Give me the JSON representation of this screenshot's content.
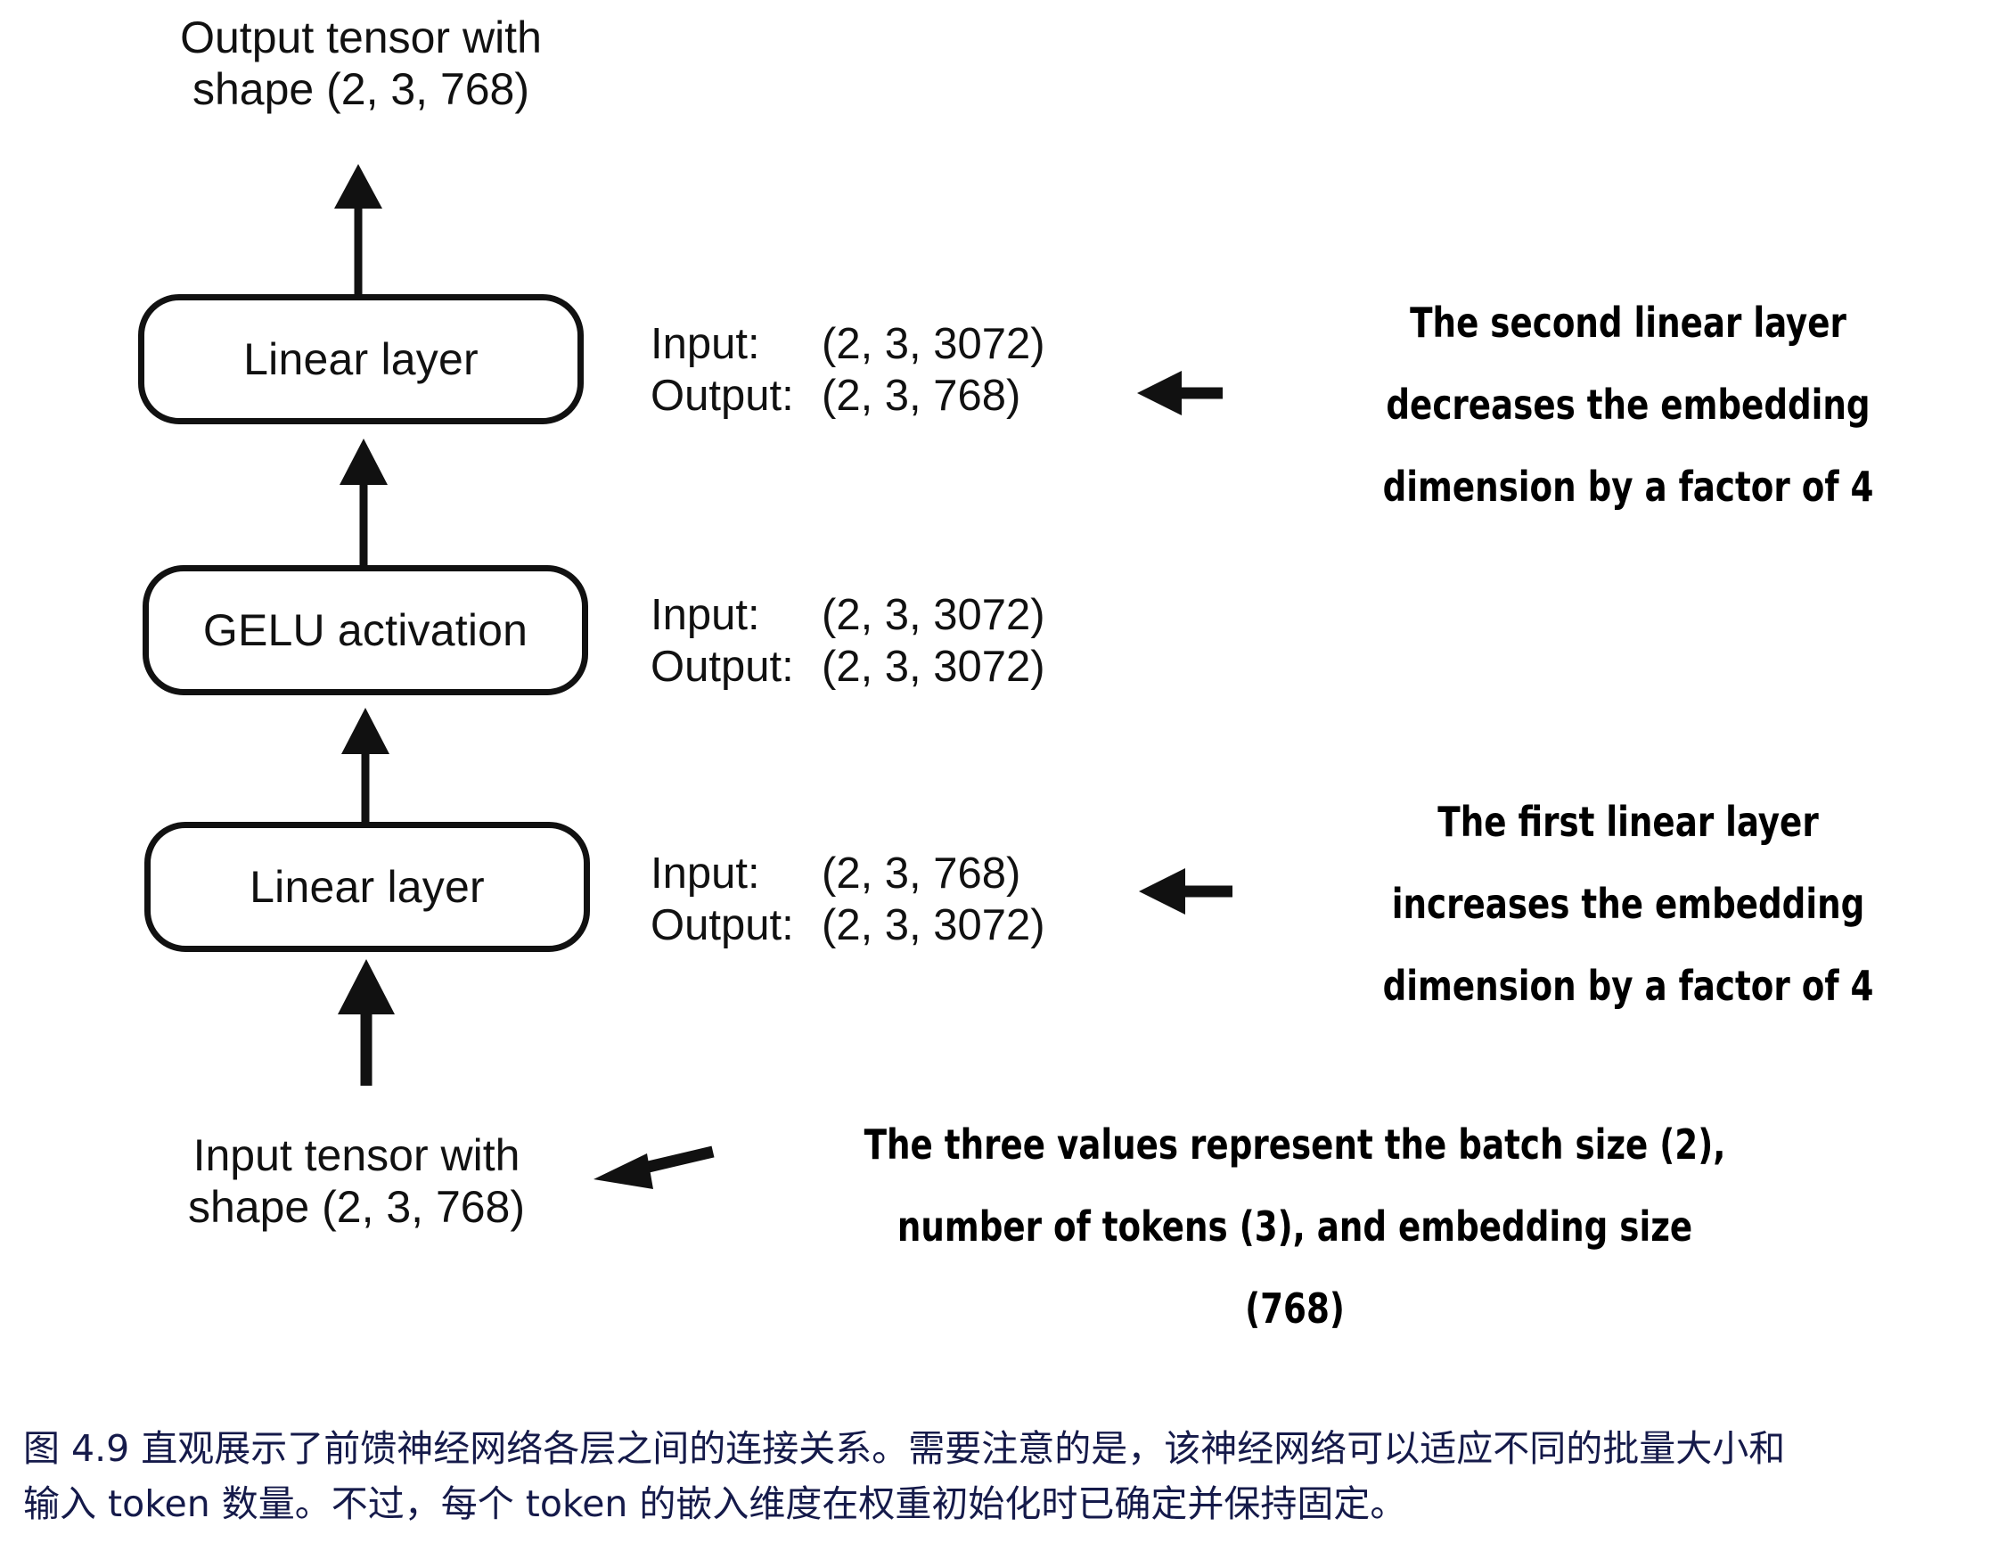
{
  "figure": {
    "top_label": "Output tensor with\nshape (2, 3, 768)",
    "bottom_label": "Input tensor with\nshape (2, 3, 768)",
    "blocks": [
      {
        "name": "linear-layer-2",
        "label": "Linear layer"
      },
      {
        "name": "gelu-activation",
        "label": "GELU activation"
      },
      {
        "name": "linear-layer-1",
        "label": "Linear layer"
      }
    ],
    "io_specs": [
      {
        "for": "linear-layer-2",
        "input_key": "Input:",
        "input_value": "(2, 3, 3072)",
        "output_key": "Output:",
        "output_value": "(2, 3, 768)"
      },
      {
        "for": "gelu-activation",
        "input_key": "Input:",
        "input_value": "(2, 3, 3072)",
        "output_key": "Output:",
        "output_value": "(2, 3, 3072)"
      },
      {
        "for": "linear-layer-1",
        "input_key": "Input:",
        "input_value": "(2, 3, 768)",
        "output_key": "Output:",
        "output_value": "(2, 3, 3072)"
      }
    ],
    "annotations": [
      {
        "name": "second-linear-layer-note",
        "lines": [
          "The second linear layer",
          "decreases the embedding",
          "dimension by a factor of 4"
        ]
      },
      {
        "name": "first-linear-layer-note",
        "lines": [
          "The first linear layer",
          "increases the embedding",
          "dimension by a factor of 4"
        ]
      },
      {
        "name": "three-values-note",
        "lines": [
          "The three values represent the batch size (2),",
          "number of tokens (3), and embedding size",
          "(768)"
        ]
      }
    ],
    "colors": {
      "stroke": "#111111",
      "caption": "#151a4a",
      "background": "#ffffff"
    }
  },
  "caption": {
    "line1": "图 4.9 直观展示了前馈神经网络各层之间的连接关系。需要注意的是，该神经网络可以适应不同的批量大小和",
    "line2": "输入 token 数量。不过，每个 token 的嵌入维度在权重初始化时已确定并保持固定。"
  }
}
